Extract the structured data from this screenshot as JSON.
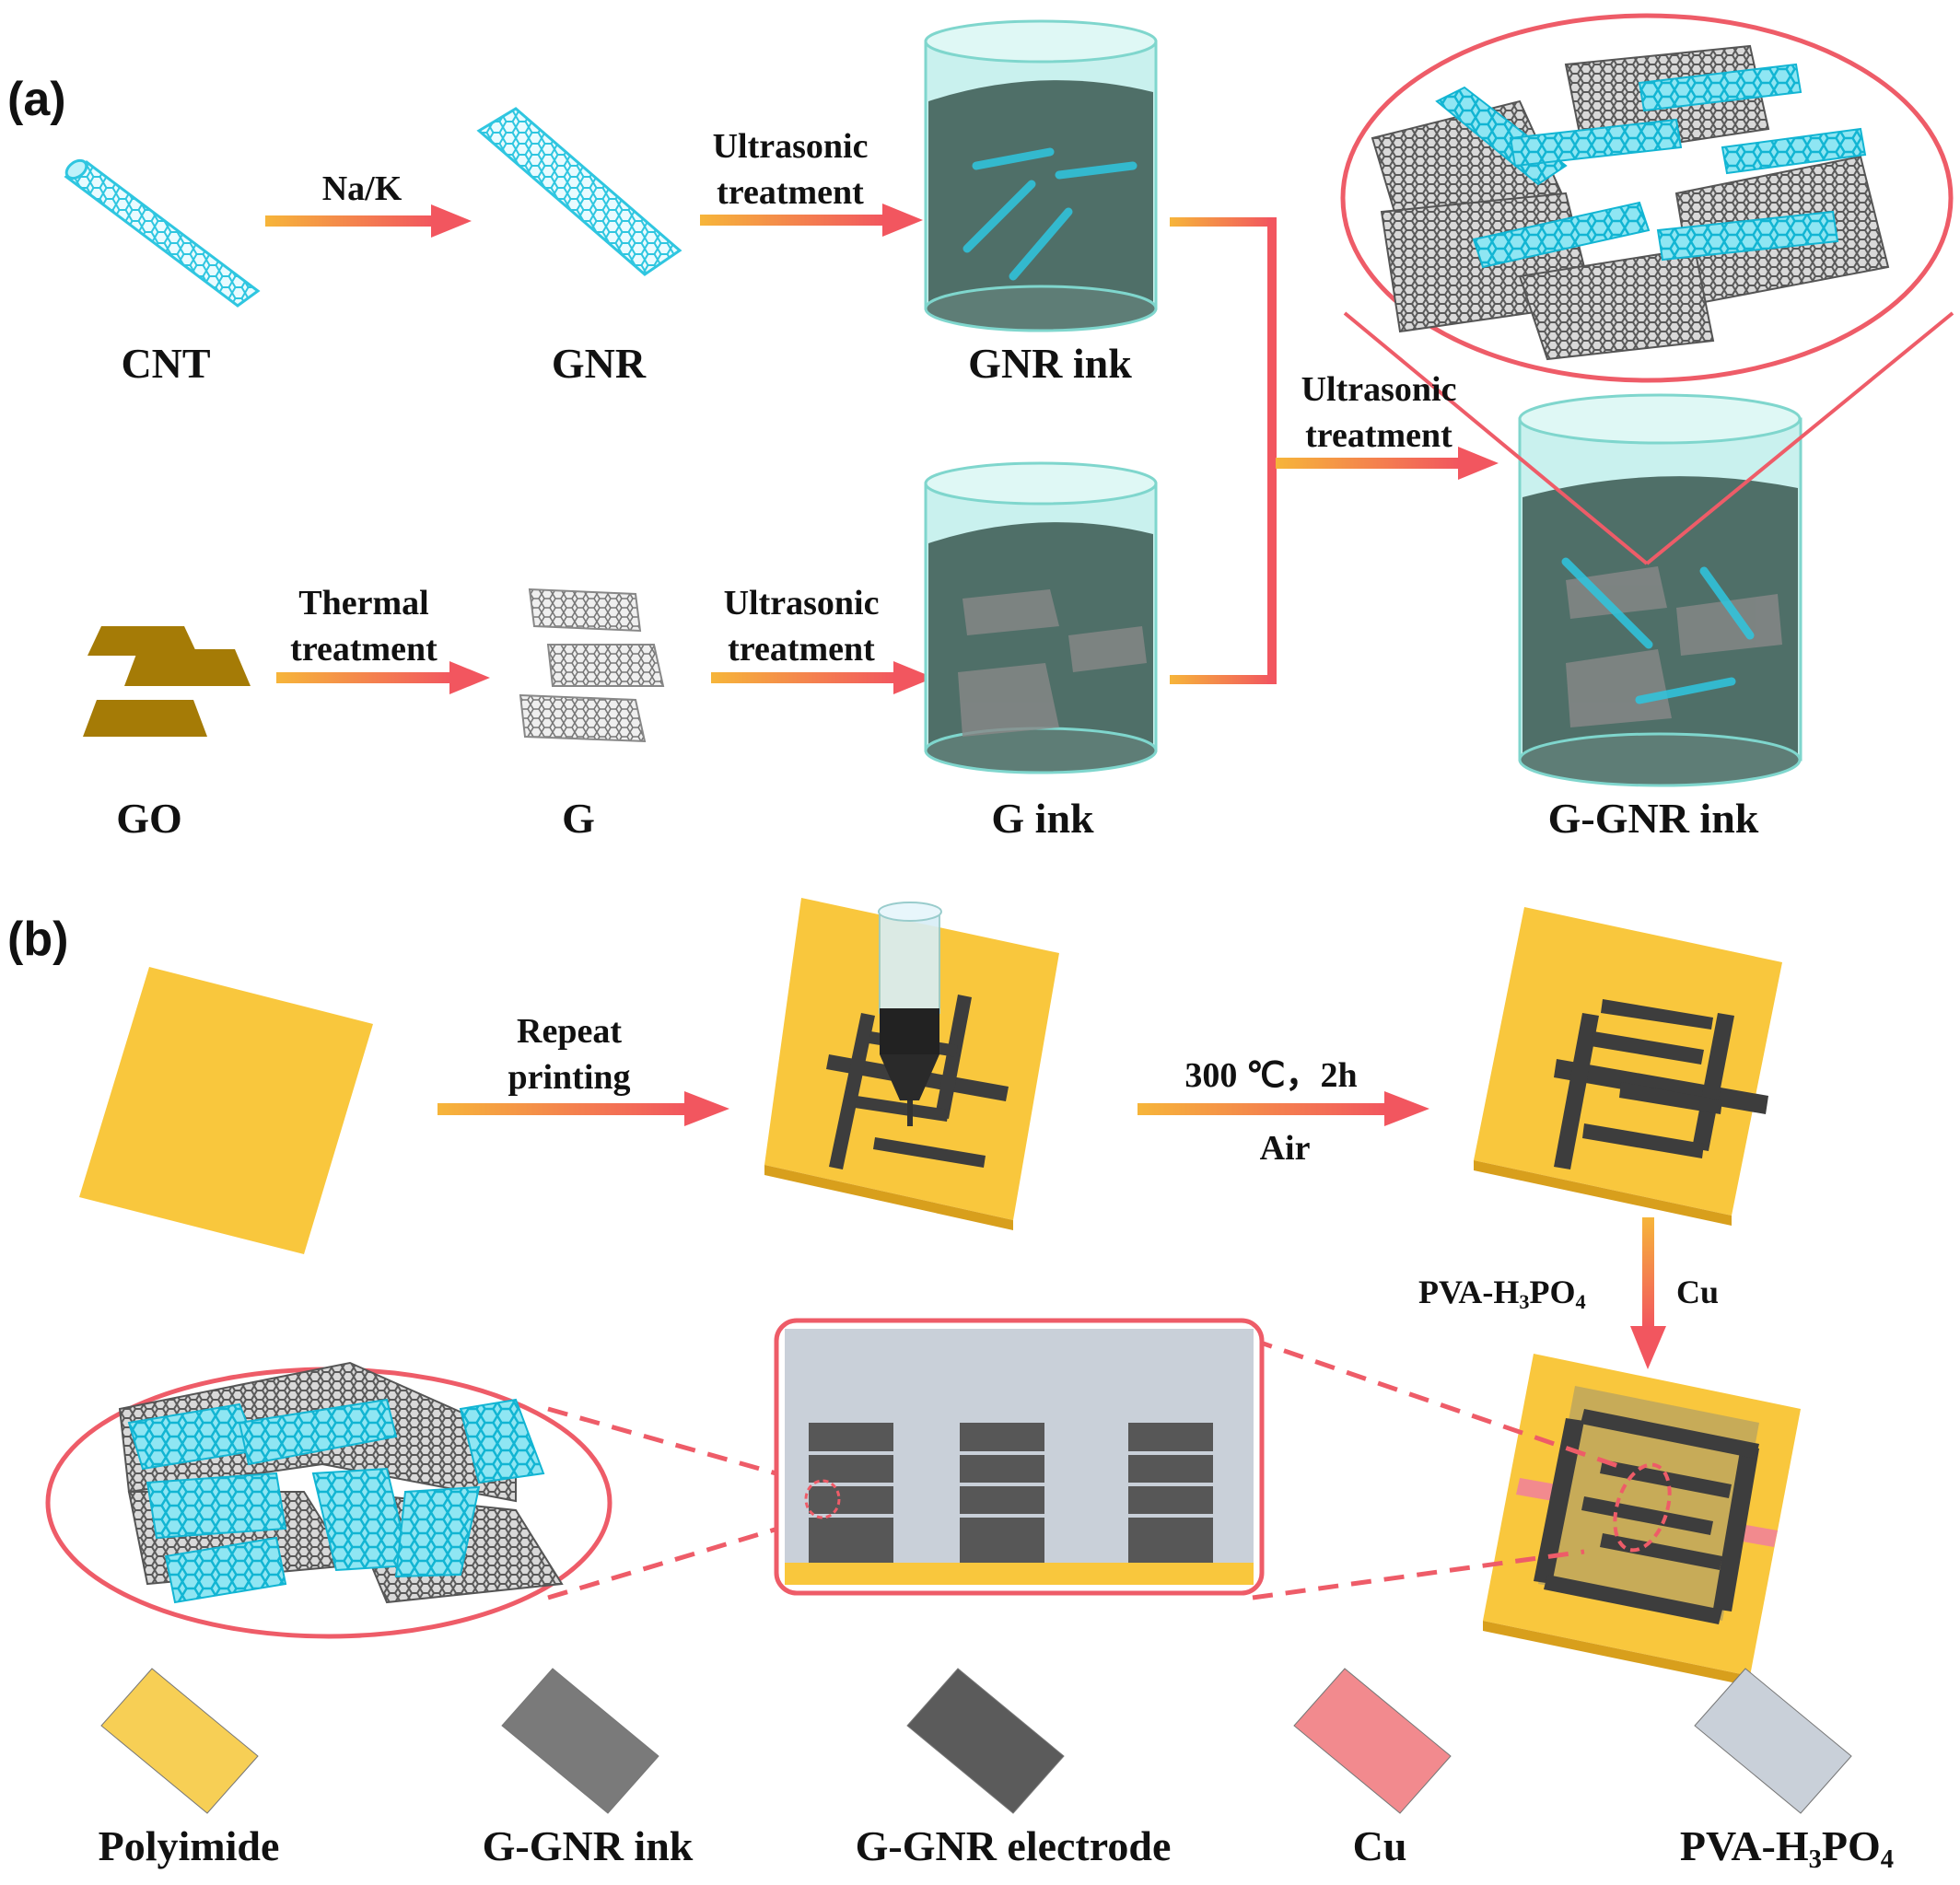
{
  "panels": {
    "a": "(a)",
    "b": "(b)"
  },
  "panel_a": {
    "cnt": "CNT",
    "gnr": "GNR",
    "gnr_ink": "GNR ink",
    "go": "GO",
    "g": "G",
    "g_ink": "G ink",
    "g_gnr_ink": "G-GNR ink",
    "step_nak": "Na/K",
    "step_ultra_line1": "Ultrasonic",
    "step_ultra_line2": "treatment",
    "step_thermal_line1": "Thermal",
    "step_thermal_line2": "treatment"
  },
  "panel_b": {
    "step_repeat_line1": "Repeat",
    "step_repeat_line2": "printing",
    "step_heat": "300 ℃，2h",
    "step_air": "Air",
    "step_pva_prefix": "PVA-H",
    "step_pva_sub1": "3",
    "step_pva_mid": "PO",
    "step_pva_sub2": "4",
    "step_cu": "Cu"
  },
  "legend": [
    {
      "label": "Polyimide",
      "color": "#f7cf55"
    },
    {
      "label": "G-GNR ink",
      "color": "#7a7a7a"
    },
    {
      "label": "G-GNR electrode",
      "color": "#5b5b5b"
    },
    {
      "label": "Cu",
      "color": "#f28a8e"
    },
    {
      "label_prefix": "PVA-H",
      "sub1": "3",
      "mid": "PO",
      "sub2": "4",
      "color": "#c9d0d9"
    }
  ],
  "colors": {
    "arrow_start": "#f6b53a",
    "arrow_end": "#f2565f",
    "nanotube": "#2fc6e0",
    "graphene": "#7d7d7d",
    "go_brown": "#a57b06",
    "polyimide": "#f9c73d",
    "electrode": "#3d3d3d",
    "beaker_glass": "#bfeee9",
    "ink": "#4f6f68",
    "highlight": "#ee5c68"
  }
}
